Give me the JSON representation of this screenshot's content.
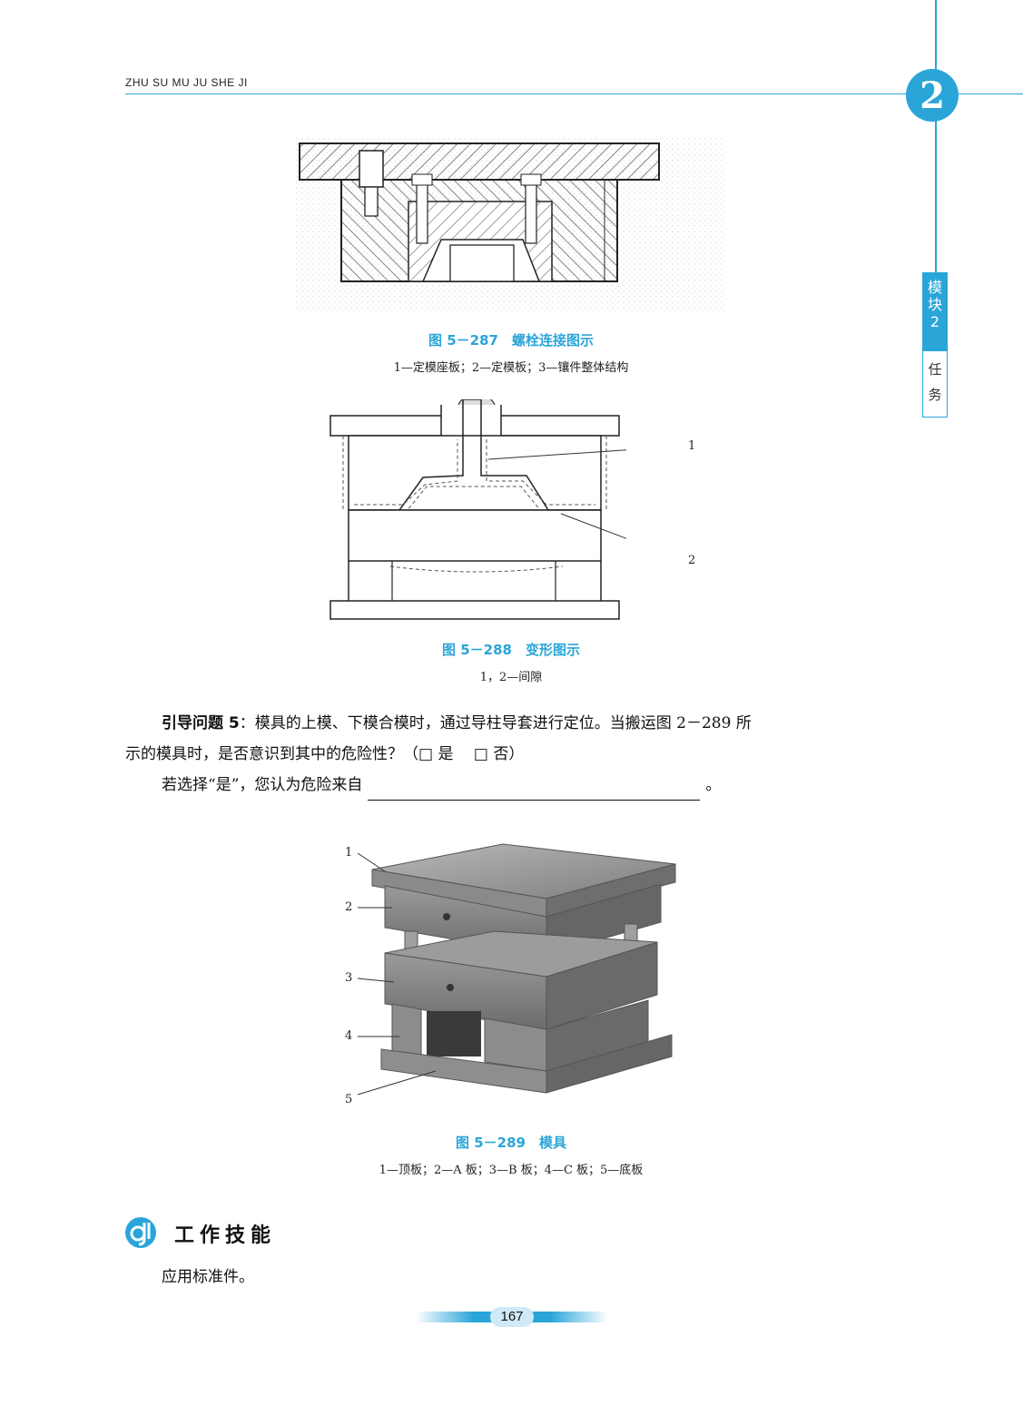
{
  "header": {
    "running_title": "ZHU SU MU JU SHE JI",
    "chapter_number": "2"
  },
  "side_tab": {
    "module_label": [
      "模",
      "块",
      "2"
    ],
    "task_label": [
      "任",
      "务"
    ]
  },
  "figure_287": {
    "title": "图 5－287　螺栓连接图示",
    "caption": "1—定模座板；2—定模板；3—镶件整体结构"
  },
  "figure_288": {
    "title": "图 5－288　变形图示",
    "caption": "1，2—间隙",
    "callouts": [
      "1",
      "2"
    ]
  },
  "question": {
    "label": "引导问题 5",
    "text_line1": "：模具的上模、下模合模时，通过导柱导套进行定位。当搬运图 2－289 所",
    "text_line2": "示的模具时，是否意识到其中的危险性？（□ 是　 □ 否）",
    "followup_prefix": "若选择“是”，您认为危险来自",
    "followup_suffix": "。"
  },
  "figure_289": {
    "title": "图 5－289　模具",
    "caption": "1—顶板；2—A 板；3—B 板；4—C 板；5—底板",
    "callouts": [
      "1",
      "2",
      "3",
      "4",
      "5"
    ]
  },
  "work_skill": {
    "title": "工作技能",
    "body": "应用标准件。"
  },
  "footer": {
    "page_number": "167"
  }
}
